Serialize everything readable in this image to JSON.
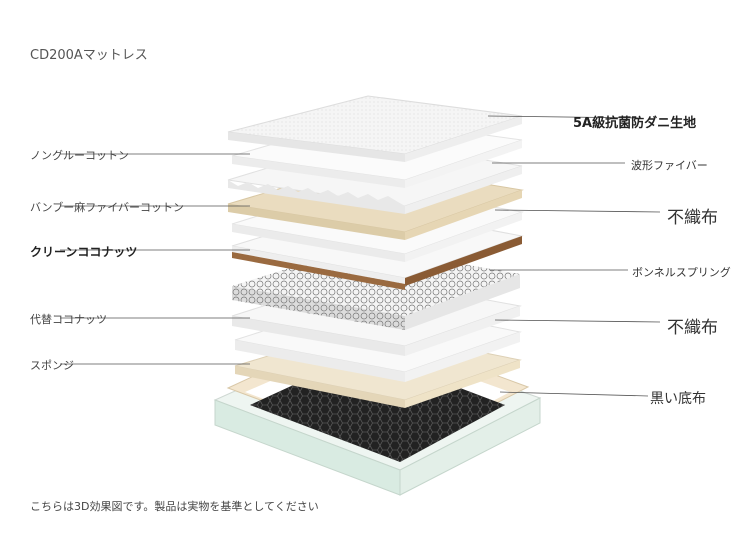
{
  "title": "CD200Aマットレス",
  "footer": "こちらは3D効果図です。製品は実物を基準としてください",
  "left_labels": [
    "ノングルーコットン",
    "バンブー麻ファイバーコットン",
    "クリーンココナッツ",
    "代替ココナッツ",
    "スポンジ"
  ],
  "right_labels": [
    "5A級抗菌防ダニ生地",
    "波形ファイバー",
    "不織布",
    "ボンネルスプリング",
    "不織布",
    "黒い底布"
  ],
  "colors": {
    "white_layer": "#f7f7f7",
    "beige_layer": "#eadcbf",
    "coconut_layer": "#8a5b34",
    "spring_layer": "#9a9a9a",
    "base_frame": "#dfeee6",
    "bottom_cloth": "#222222",
    "leader_line": "#555555"
  }
}
